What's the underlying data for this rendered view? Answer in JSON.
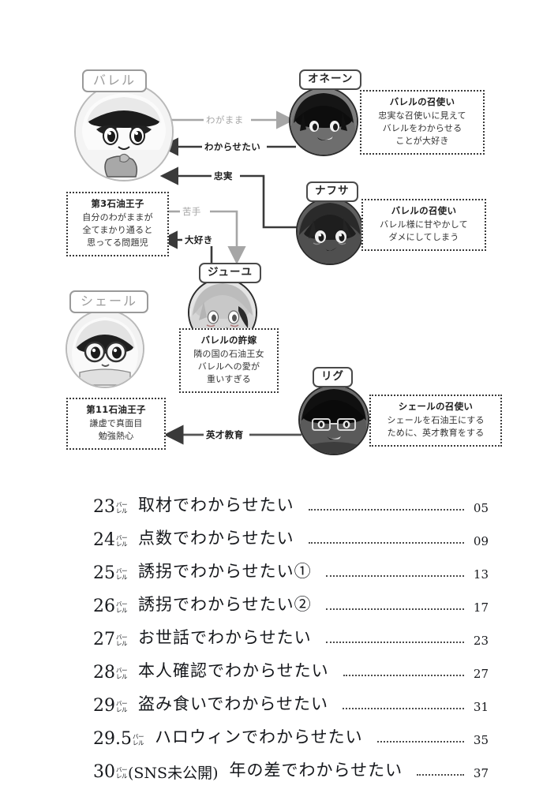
{
  "chart": {
    "characters": [
      {
        "id": "barrel",
        "name": "バレル",
        "name_style": "gray",
        "desc_title": "第3石油王子",
        "desc_lines": [
          "自分のわがままが",
          "全てまかり通ると",
          "思ってる問題児"
        ]
      },
      {
        "id": "onen",
        "name": "オネーン",
        "name_style": "dark",
        "desc_title": "バレルの召使い",
        "desc_lines": [
          "忠実な召使いに見えて",
          "バレルをわからせる",
          "ことが大好き"
        ]
      },
      {
        "id": "nafusa",
        "name": "ナフサ",
        "name_style": "dark",
        "desc_title": "バレルの召使い",
        "desc_lines": [
          "バレル様に甘やかして",
          "ダメにしてしまう"
        ]
      },
      {
        "id": "juyu",
        "name": "ジューユ",
        "name_style": "dark",
        "desc_title": "バレルの許嫁",
        "desc_lines": [
          "隣の国の石油王女",
          "バレルへの愛が",
          "重いすぎる"
        ]
      },
      {
        "id": "shell",
        "name": "シェール",
        "name_style": "gray",
        "desc_title": "第11石油王子",
        "desc_lines": [
          "謙虚で真面目",
          "勉強熱心"
        ]
      },
      {
        "id": "rig",
        "name": "リグ",
        "name_style": "dark",
        "desc_title": "シェールの召使い",
        "desc_lines": [
          "シェールを石油王にする",
          "ために、英才教育をする"
        ]
      }
    ],
    "relations": [
      {
        "id": "wagamama",
        "label": "わがまま",
        "from": "barrel",
        "to": "onen",
        "style": "gray"
      },
      {
        "id": "wakarasetai",
        "label": "わからせたい",
        "from": "onen",
        "to": "barrel",
        "style": "dark"
      },
      {
        "id": "chujitsu",
        "label": "忠実",
        "from": "nafusa",
        "to": "barrel",
        "style": "dark"
      },
      {
        "id": "nigate",
        "label": "苦手",
        "from": "barrel",
        "to": "juyu",
        "style": "gray"
      },
      {
        "id": "daisuki",
        "label": "大好き",
        "from": "juyu",
        "to": "barrel",
        "style": "dark"
      },
      {
        "id": "eisai",
        "label": "英才教育",
        "from": "rig",
        "to": "shell",
        "style": "dark"
      }
    ],
    "colors": {
      "dark": "#3a3a3a",
      "gray": "#a6a6a6",
      "box_border": "#3a3a3a"
    }
  },
  "toc": {
    "entries": [
      {
        "num": "23",
        "ruby_top": "バー",
        "ruby_bottom": "レル",
        "paren": "",
        "title": "取材でわからせたい",
        "page": "05"
      },
      {
        "num": "24",
        "ruby_top": "バー",
        "ruby_bottom": "レル",
        "paren": "",
        "title": "点数でわからせたい",
        "page": "09"
      },
      {
        "num": "25",
        "ruby_top": "バー",
        "ruby_bottom": "レル",
        "paren": "",
        "title": "誘拐でわからせたい①",
        "page": "13"
      },
      {
        "num": "26",
        "ruby_top": "バー",
        "ruby_bottom": "レル",
        "paren": "",
        "title": "誘拐でわからせたい②",
        "page": "17"
      },
      {
        "num": "27",
        "ruby_top": "バー",
        "ruby_bottom": "レル",
        "paren": "",
        "title": "お世話でわからせたい",
        "page": "23"
      },
      {
        "num": "28",
        "ruby_top": "バー",
        "ruby_bottom": "レル",
        "paren": "",
        "title": "本人確認でわからせたい",
        "page": "27"
      },
      {
        "num": "29",
        "ruby_top": "バー",
        "ruby_bottom": "レル",
        "paren": "",
        "title": "盗み食いでわからせたい",
        "page": "31"
      },
      {
        "num": "29.5",
        "ruby_top": "バー",
        "ruby_bottom": "レル",
        "paren": "",
        "title": "ハロウィンでわからせたい",
        "page": "35"
      },
      {
        "num": "30",
        "ruby_top": "バー",
        "ruby_bottom": "レル",
        "paren": "(SNS未公開)",
        "title": "年の差でわからせたい",
        "page": "37"
      }
    ]
  }
}
